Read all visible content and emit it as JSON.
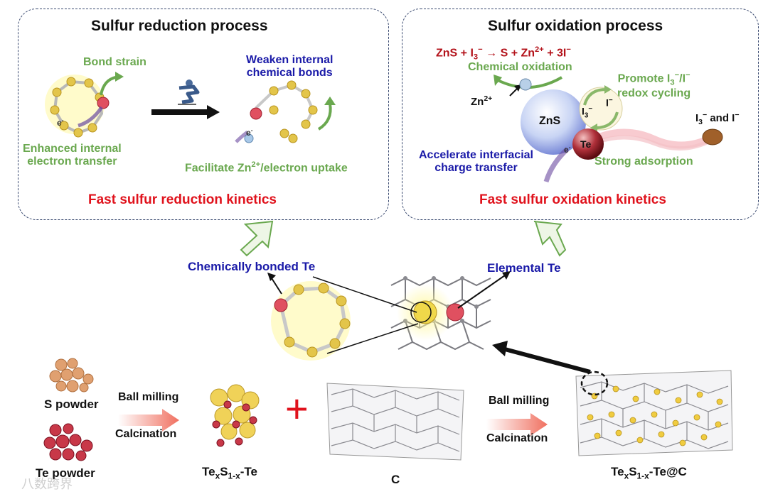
{
  "reduction": {
    "title": "Sulfur reduction process",
    "bond_strain": "Bond strain",
    "weaken_1": "Weaken internal",
    "weaken_2": "chemical bonds",
    "enhanced_1": "Enhanced internal",
    "enhanced_2": "electron transfer",
    "facilitate_a": "Facilitate Zn",
    "facilitate_sup": "2+",
    "facilitate_b": "/electron uptake",
    "kinetics": "Fast sulfur reduction kinetics",
    "electron": "e",
    "electron_sup": "-"
  },
  "oxidation": {
    "title": "Sulfur oxidation process",
    "eq_a": "ZnS + I",
    "eq_sub": "3",
    "eq_sup": "−",
    "eq_b": " → S + Zn",
    "eq_sup2": "2+",
    "eq_c": " + 3I",
    "eq_sup3": "−",
    "chem_ox": "Chemical oxidation",
    "promote_a": "Promote I",
    "promote_sub": "3",
    "promote_sup": "−",
    "promote_b": "/I",
    "promote_sup2": "−",
    "redox": "redox cycling",
    "zn_ion": "Zn",
    "zn_sup": "2+",
    "zns": "ZnS",
    "i3": "I",
    "i3_sub": "3",
    "i3_sup": "−",
    "iminus": "I",
    "iminus_sup": "−",
    "te": "Te",
    "i3_and_i_a": "I",
    "i3_and_i_sub": "3",
    "i3_and_i_sup": "−",
    "i3_and_i_b": " and I",
    "i3_and_i_sup2": "−",
    "accel_1": "Accelerate interfacial",
    "accel_2": "charge transfer",
    "strong_ads": "Strong adsorption",
    "kinetics": "Fast sulfur oxidation kinetics",
    "electron": "e",
    "electron_sup": "-"
  },
  "middle": {
    "chem_bonded": "Chemically bonded Te",
    "elemental": "Elemental Te"
  },
  "bottom": {
    "s_powder": "S powder",
    "te_powder": "Te powder",
    "ball_milling_1": "Ball milling",
    "calcination_1": "Calcination",
    "texs_a": "Te",
    "texs_sub1": "x",
    "texs_b": "S",
    "texs_sub2": "1-x",
    "texs_c": "-Te",
    "c_label": "C",
    "ball_milling_2": "Ball milling",
    "calcination_2": "Calcination",
    "texsc_a": "Te",
    "texsc_sub1": "x",
    "texsc_b": "S",
    "texsc_sub2": "1-x",
    "texsc_c": "-Te@C",
    "plus": "+"
  },
  "watermark": "八数跨界",
  "colors": {
    "green": "#6aa84f",
    "blue": "#1a1aa8",
    "red": "#e0121c",
    "gold": "#e8c84a",
    "te_red": "#d9414e"
  }
}
